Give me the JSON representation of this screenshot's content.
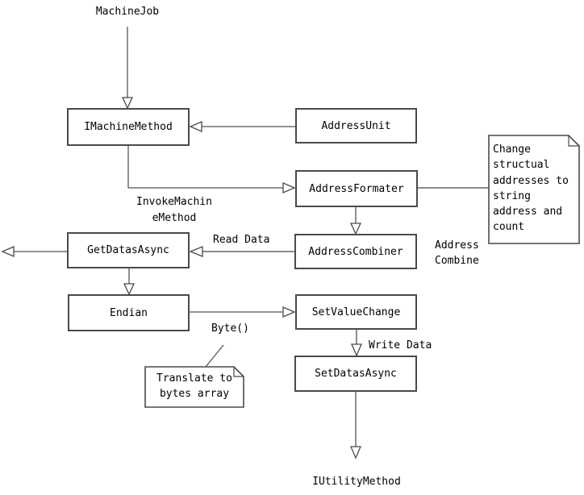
{
  "diagram": {
    "free_labels": {
      "machine_job": "MachineJob",
      "iutility_method": "IUtilityMethod"
    },
    "boxes": {
      "imachine_method": "IMachineMethod",
      "address_unit": "AddressUnit",
      "address_formater": "AddressFormater",
      "address_combiner": "AddressCombiner",
      "get_datas_async": "GetDatasAsync",
      "endian": "Endian",
      "set_value_change": "SetValueChange",
      "set_datas_async": "SetDatasAsync"
    },
    "notes": {
      "change": "Change\nstructual\naddresses to\nstring\naddress and\ncount",
      "translate": "Translate to\nbytes array"
    },
    "edge_labels": {
      "invoke_machine_method": "InvokeMachin\neMethod",
      "read_data": "Read Data",
      "address_combine": "Address\nCombine",
      "byte_call": "Byte()",
      "write_data": "Write Data"
    },
    "colors": {
      "background": "#ffffff",
      "box_border": "#4a4a4a",
      "connector_dark": "#555555",
      "connector_gray": "#8c8c8c",
      "text": "#000000"
    }
  }
}
